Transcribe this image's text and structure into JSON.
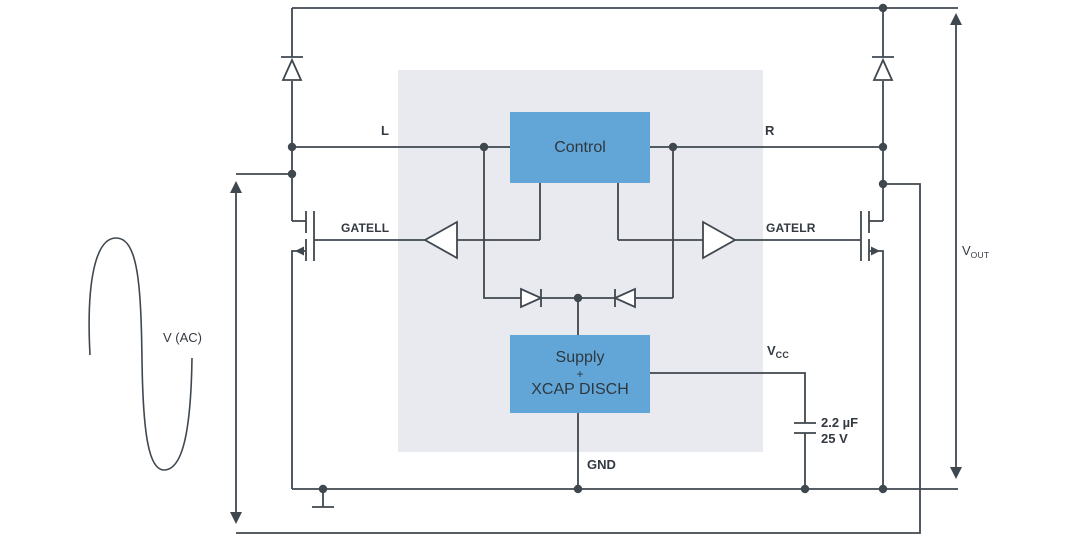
{
  "colors": {
    "wire": "#3F474F",
    "block_fill": "#61A6D6",
    "ic_region": "#E8EAEF",
    "label": "#333940",
    "block_text": "#2E3840"
  },
  "blocks": {
    "control": {
      "label": "Control"
    },
    "supply": {
      "line1": "Supply",
      "line2": "+",
      "line3": "XCAP DISCH"
    }
  },
  "nets": {
    "left": "L",
    "right": "R",
    "gate_left": "GATELL",
    "gate_right": "GATELR",
    "gnd": "GND"
  },
  "measurements": {
    "vac": "V (AC)",
    "vcc_base": "V",
    "vcc_sub": "CC",
    "vout_base": "V",
    "vout_sub": "OUT"
  },
  "capacitor": {
    "value": "2.2 µF",
    "rating": "25 V"
  }
}
